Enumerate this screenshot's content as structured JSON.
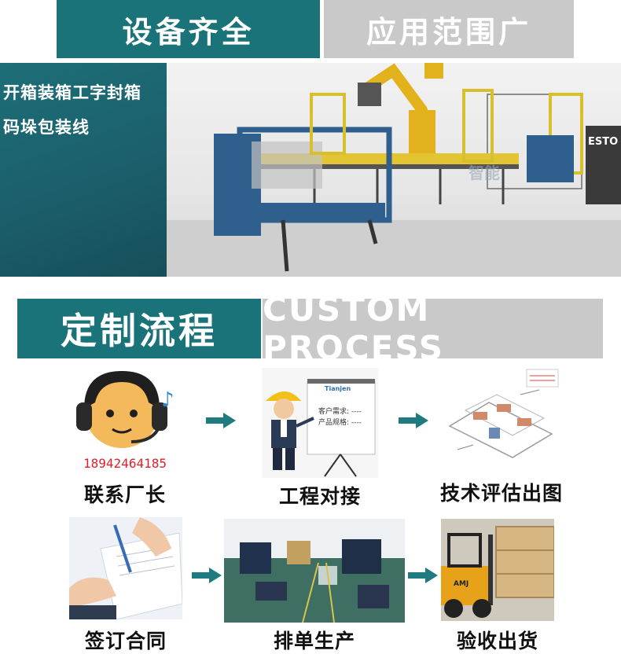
{
  "top_tabs": {
    "left": "设备齐全",
    "right": "应用范围广"
  },
  "hero": {
    "line1": "开箱装箱工字封箱",
    "line2": "码垛包装线",
    "machine_brand": "ESTO",
    "watermark": "智能"
  },
  "section": {
    "title_cn": "定制流程",
    "title_en": "CUSTOM PROCESS"
  },
  "steps": [
    {
      "label": "联系厂长",
      "phone": "18942464185"
    },
    {
      "label": "工程对接",
      "board_logo": "Tianjen",
      "board_line1": "客户需求: ----",
      "board_line2": "产品规格: ----"
    },
    {
      "label": "技术评估出图"
    },
    {
      "label": "签订合同"
    },
    {
      "label": "排单生产"
    },
    {
      "label": "验收出货",
      "forklift_brand": "AMJ"
    }
  ],
  "colors": {
    "teal": "#1a7378",
    "gray": "#c9c9c9",
    "arrow": "#1f7b7f",
    "phone": "#e0202a"
  }
}
